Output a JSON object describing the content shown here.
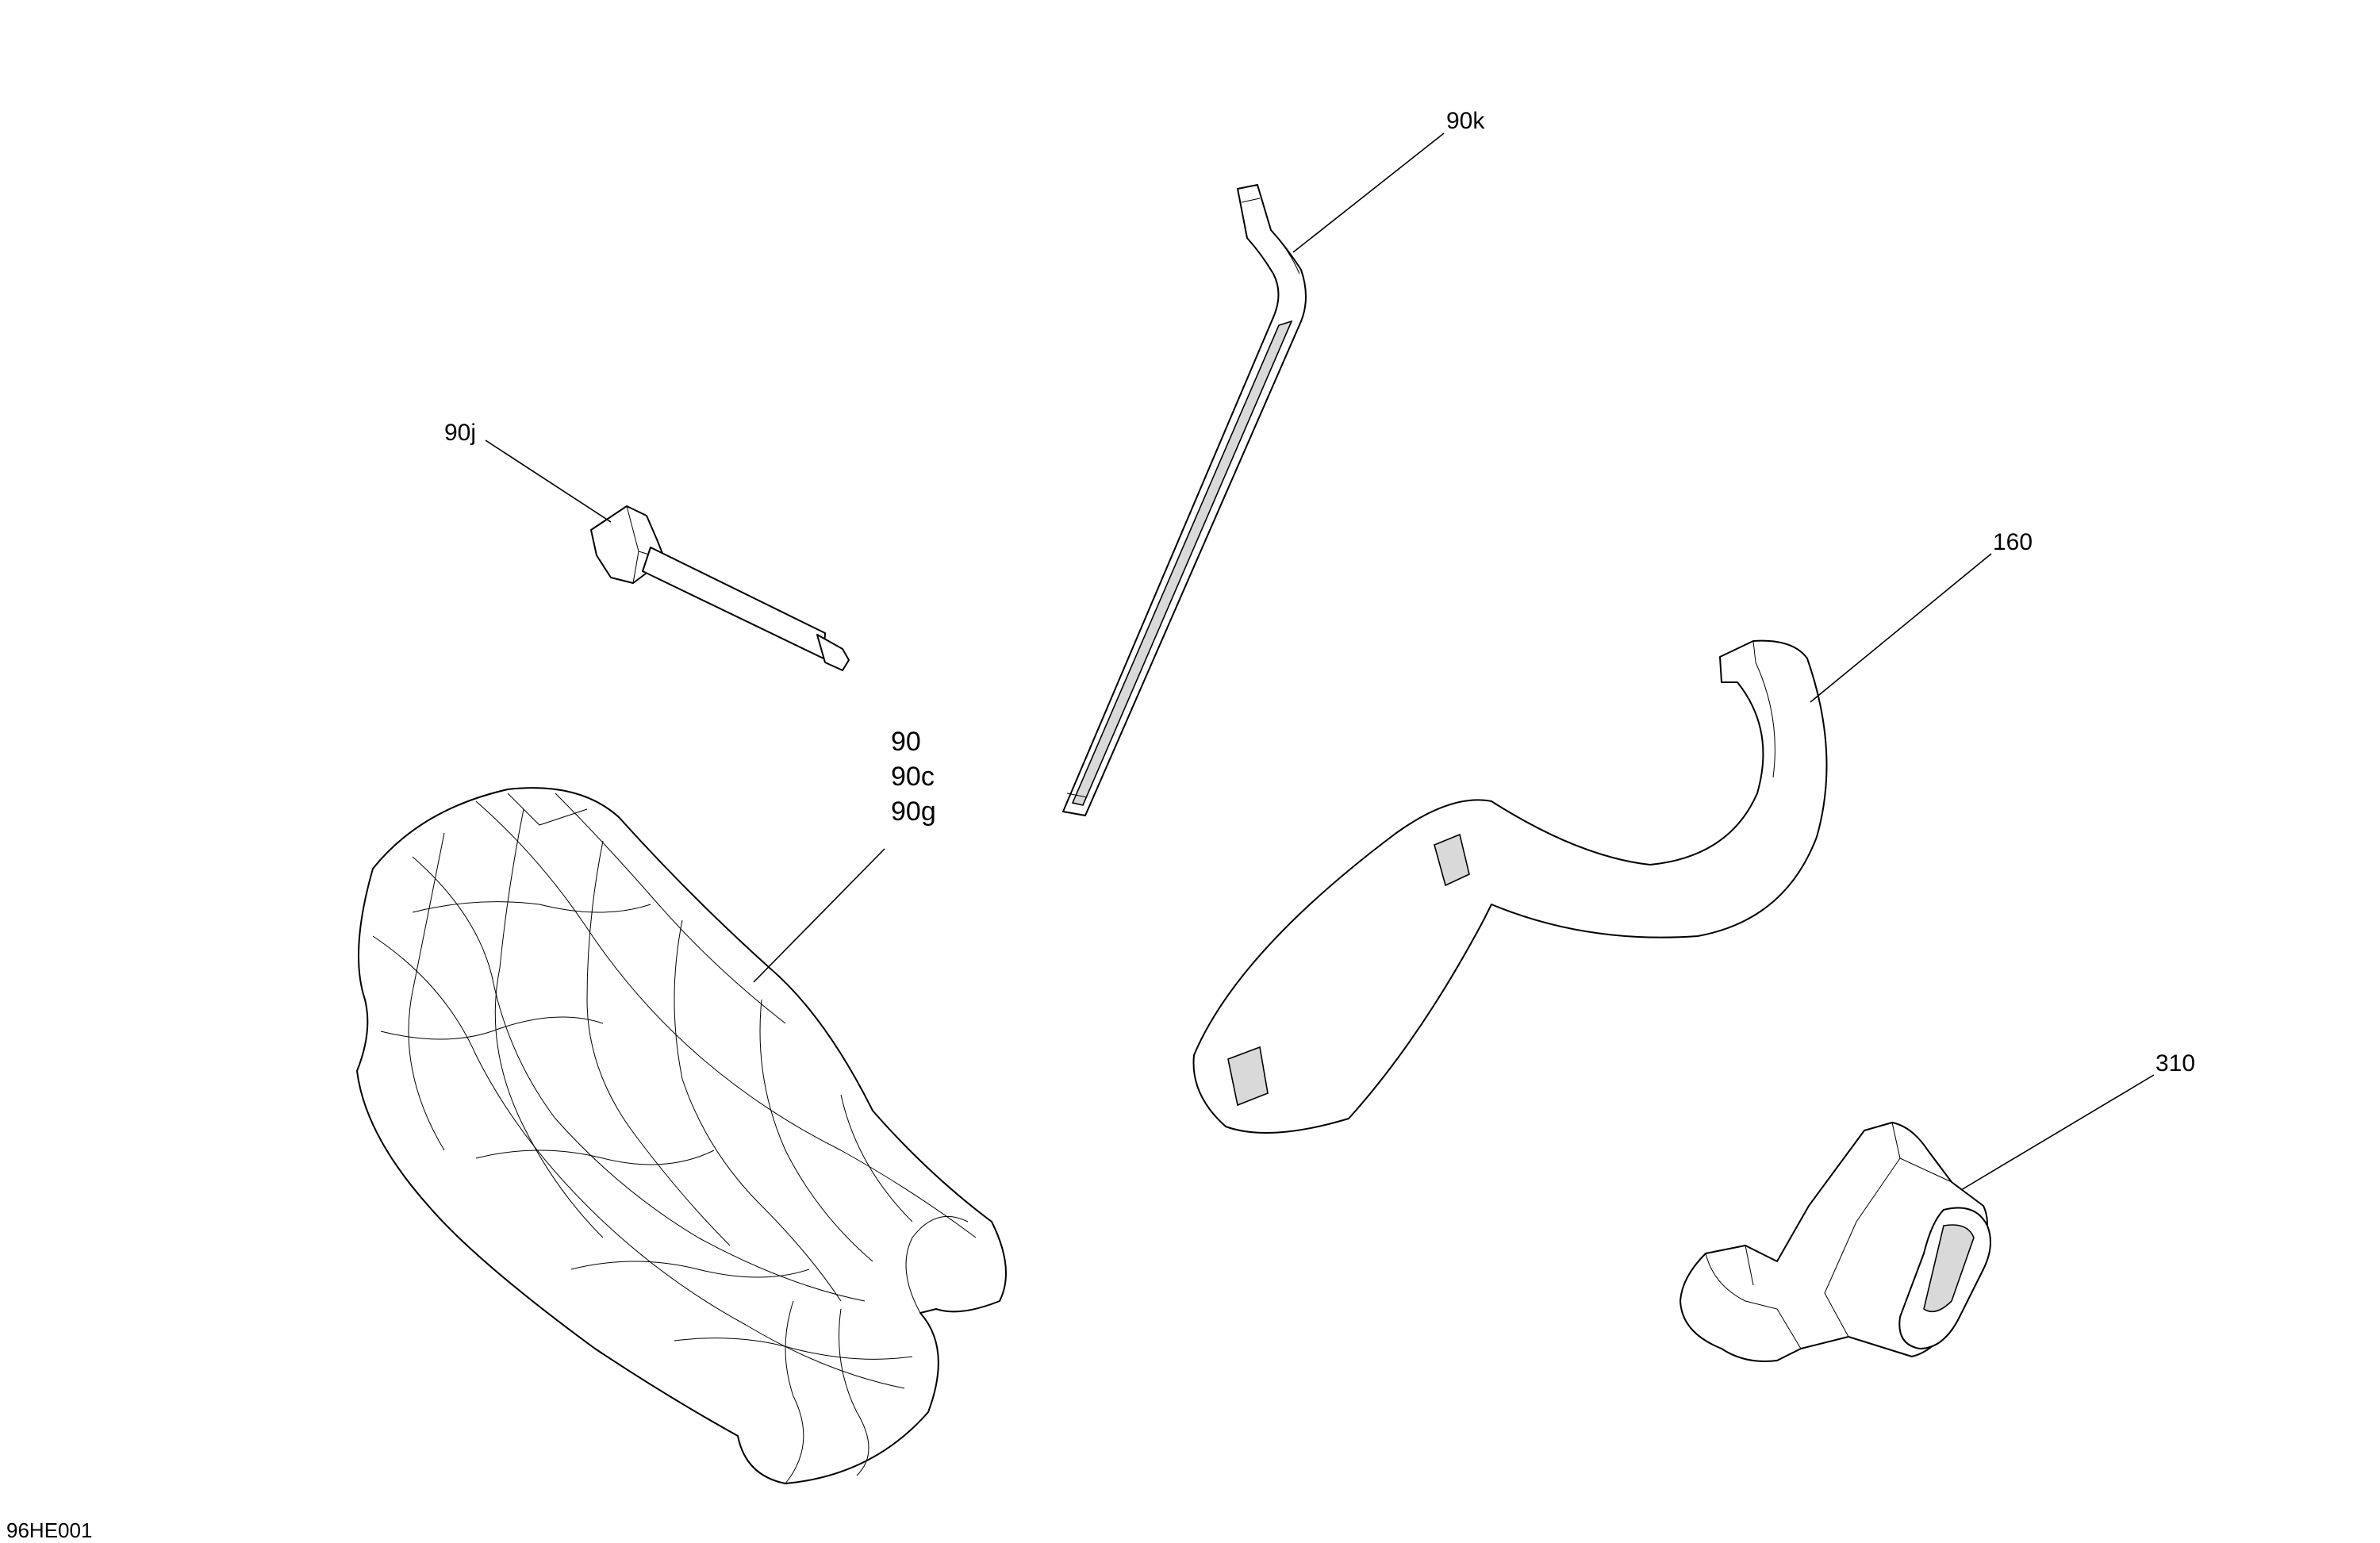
{
  "callouts": {
    "c90k": "90k",
    "c90j": "90j",
    "c160": "160",
    "c90": "90",
    "c90c": "90c",
    "c90g": "90g",
    "c310": "310"
  },
  "drawing_code": "96HE001"
}
